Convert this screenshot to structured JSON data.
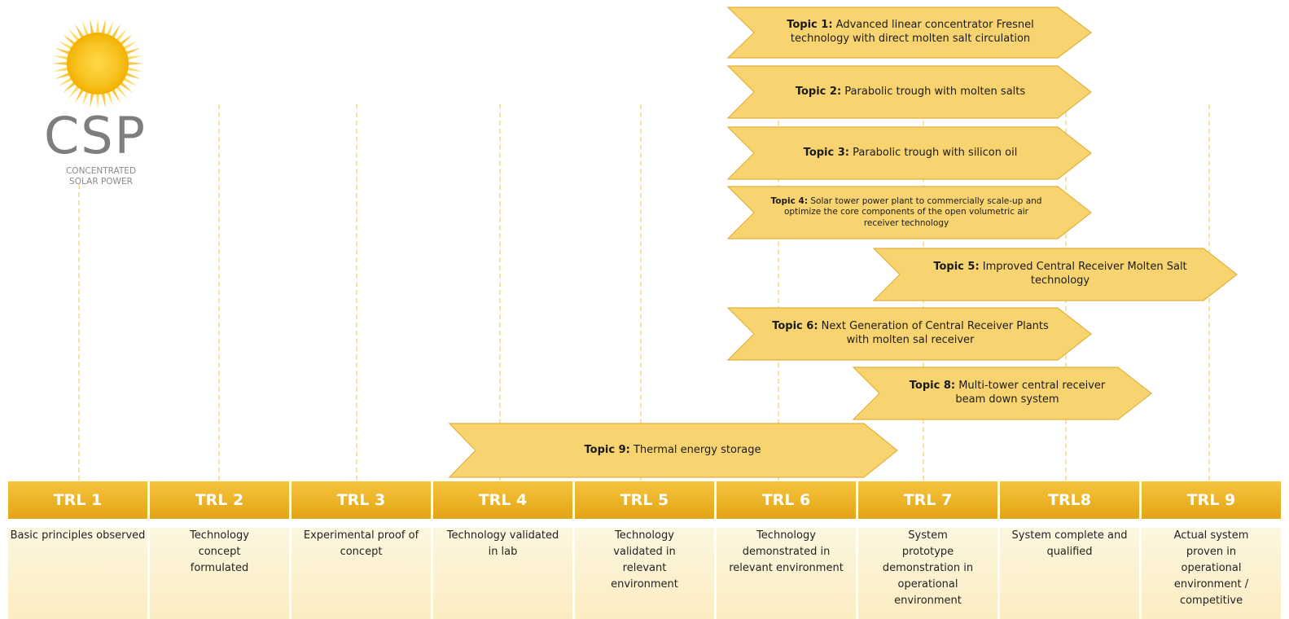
{
  "logo": {
    "mark": "CSP",
    "line1": "CONCENTRATED",
    "line2": "SOLAR POWER",
    "icon": "sun-icon"
  },
  "colors": {
    "header_gold": "#e9ae1e",
    "arrow_fill": "#f8d470",
    "arrow_stroke": "#e2b13a",
    "desc_bg": "#fcf1cf",
    "guide": "#f6e3a2"
  },
  "topics": [
    {
      "id": "topic1",
      "label": "Topic 1:",
      "text": "Advanced linear concentrator Fresnel technology with direct molten salt circulation"
    },
    {
      "id": "topic2",
      "label": "Topic 2:",
      "text": "Parabolic trough with molten salts"
    },
    {
      "id": "topic3",
      "label": "Topic 3:",
      "text": "Parabolic trough with silicon oil"
    },
    {
      "id": "topic4",
      "label": "Topic 4:",
      "text": "Solar tower power plant to commercially scale-up and optimize the core components of the open volumetric air receiver technology"
    },
    {
      "id": "topic5",
      "label": "Topic 5:",
      "text": "Improved Central Receiver Molten Salt technology"
    },
    {
      "id": "topic6",
      "label": "Topic 6:",
      "text": "Next Generation of Central Receiver Plants with molten sal receiver"
    },
    {
      "id": "topic8",
      "label": "Topic 8:",
      "text": "Multi-tower central receiver beam down system"
    },
    {
      "id": "topic9",
      "label": "Topic 9:",
      "text": "Thermal energy storage"
    }
  ],
  "trl": [
    {
      "label": "TRL 1",
      "desc": "Basic principles observed"
    },
    {
      "label": "TRL 2",
      "desc": "Technology concept formulated"
    },
    {
      "label": "TRL 3",
      "desc": "Experimental proof of concept"
    },
    {
      "label": "TRL 4",
      "desc": "Technology validated in lab"
    },
    {
      "label": "TRL 5",
      "desc": "Technology validated in relevant environment"
    },
    {
      "label": "TRL 6",
      "desc": "Technology demonstrated in relevant environment"
    },
    {
      "label": "TRL 7",
      "desc": "System prototype demonstration in operational environment"
    },
    {
      "label": "TRL8",
      "desc": "System complete and qualified"
    },
    {
      "label": "TRL 9",
      "desc": "Actual system proven in operational environment / competitive"
    }
  ]
}
